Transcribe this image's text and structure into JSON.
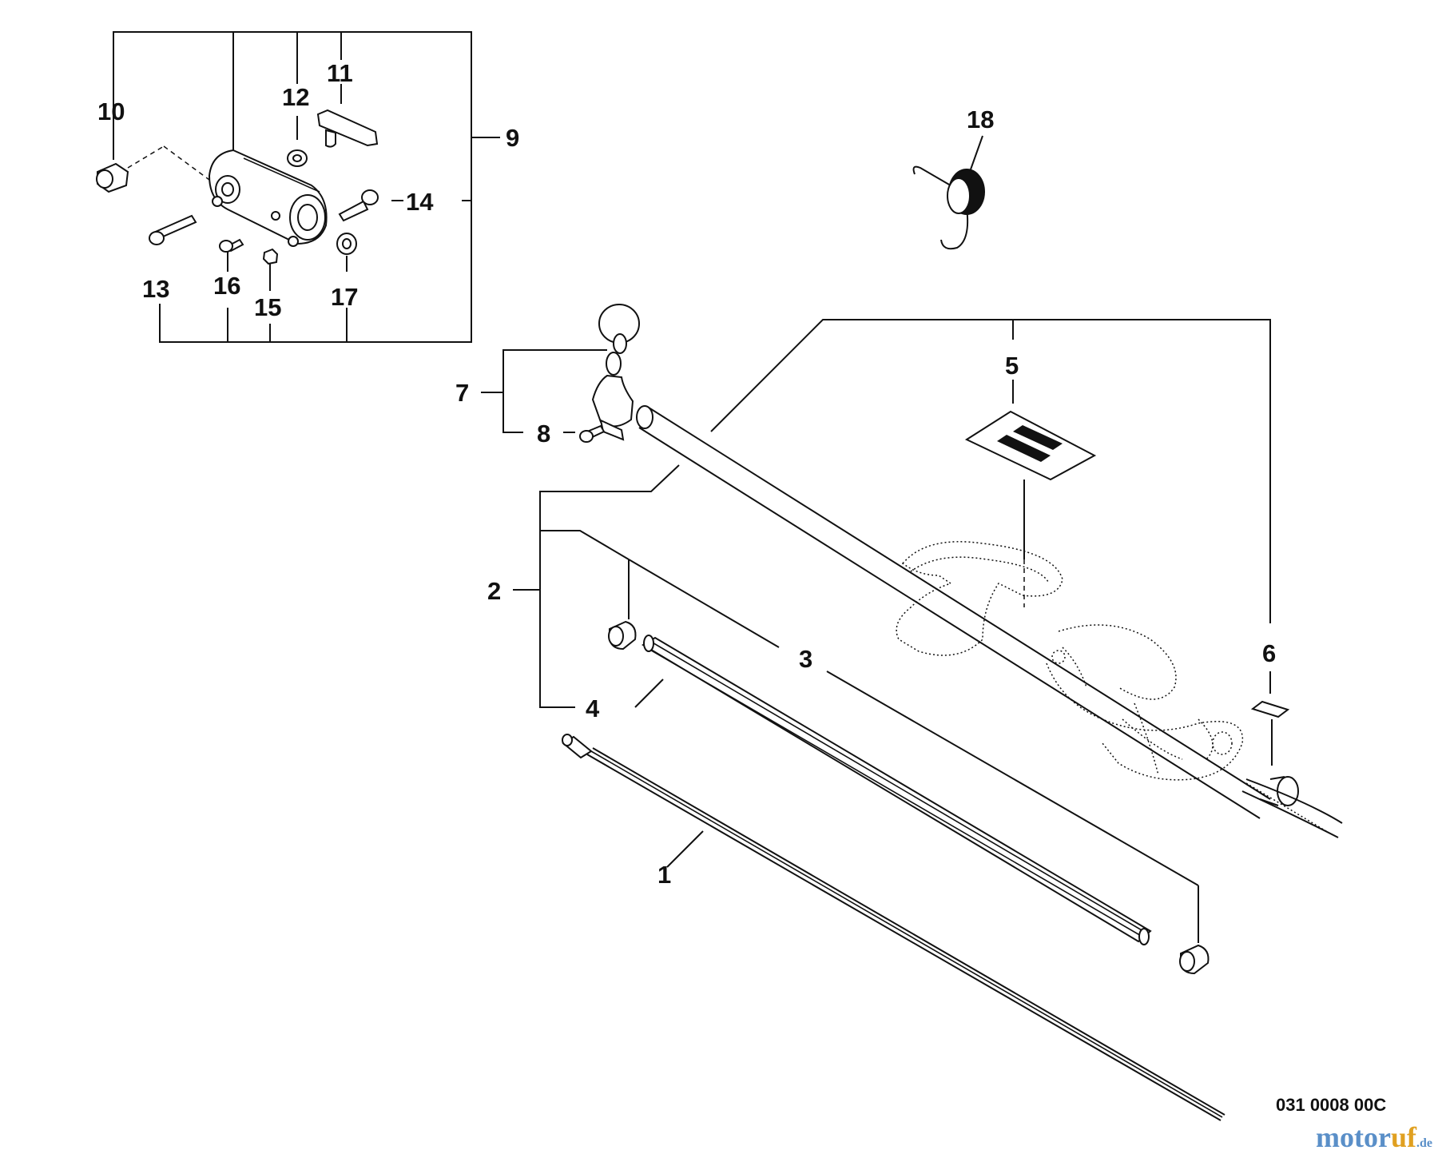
{
  "callouts": [
    "1",
    "2",
    "3",
    "4",
    "5",
    "6",
    "7",
    "8",
    "9",
    "10",
    "11",
    "12",
    "13",
    "14",
    "15",
    "16",
    "17",
    "18"
  ],
  "diagram_code": "031 0008 00C",
  "watermark": {
    "part1": "motor",
    "part2": "uf",
    "part3": ".de"
  }
}
